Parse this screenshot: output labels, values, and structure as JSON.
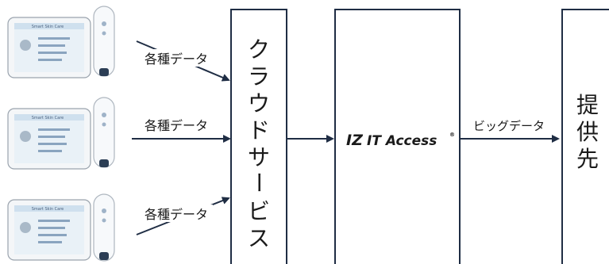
{
  "device_label": "Smart Skin Care",
  "inputs": [
    {
      "label": "各種データ"
    },
    {
      "label": "各種データ"
    },
    {
      "label": "各種データ"
    }
  ],
  "cloud_service": {
    "label": "クラウドサービス",
    "chars": [
      "ク",
      "ラ",
      "ウ",
      "ド",
      "サ",
      "ー",
      "ビ",
      "ス"
    ]
  },
  "platform": {
    "logo_mark": "IZ",
    "name": "IT Access",
    "registered": "®"
  },
  "output": {
    "label": "ビッグデータ"
  },
  "destination": {
    "label": "提供先",
    "chars": [
      "提",
      "供",
      "先"
    ]
  },
  "colors": {
    "line": "#1f2d44",
    "text": "#1a1a1a",
    "background": "#ffffff"
  }
}
